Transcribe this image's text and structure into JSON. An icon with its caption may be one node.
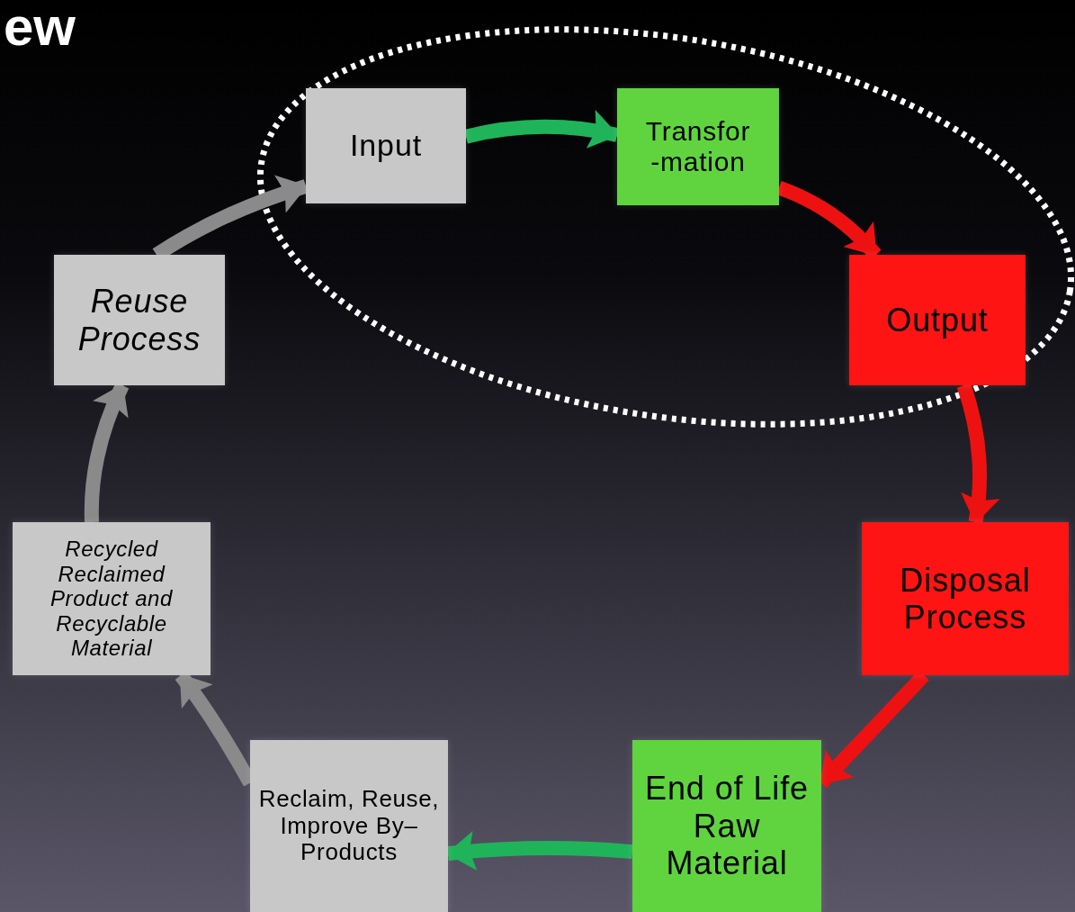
{
  "diagram": {
    "title": "ew",
    "nodes": [
      {
        "text": [
          "Input"
        ]
      },
      {
        "text": [
          "Transfor -mation"
        ]
      },
      {
        "text": [
          "Output"
        ]
      },
      {
        "text": [
          "Disposal Process"
        ]
      },
      {
        "text": [
          "End of Life Raw Material"
        ]
      },
      {
        "text": [
          "Reclaim, Reuse, Improve By– Products"
        ]
      },
      {
        "text": [
          "Recycled Reclaimed Product and Recyclable Material"
        ]
      },
      {
        "text": [
          "Reuse Process"
        ]
      }
    ],
    "edges": [
      {
        "from": 0,
        "to": 1,
        "arrow": "to",
        "color": "#1fb45a"
      },
      {
        "from": 1,
        "to": 2,
        "arrow": "to",
        "color": "#ee1111"
      },
      {
        "from": 2,
        "to": 3,
        "arrow": "to",
        "color": "#ee1111"
      },
      {
        "from": 3,
        "to": 4,
        "arrow": "to",
        "color": "#ee1111"
      },
      {
        "from": 4,
        "to": 5,
        "arrow": "to",
        "color": "#1fb45a"
      },
      {
        "from": 5,
        "to": 6,
        "arrow": "to",
        "color": "#8a8a8a"
      },
      {
        "from": 6,
        "to": 7,
        "arrow": "to",
        "color": "#8a8a8a"
      },
      {
        "from": 7,
        "to": 0,
        "arrow": "to",
        "color": "#8a8a8a"
      }
    ]
  }
}
